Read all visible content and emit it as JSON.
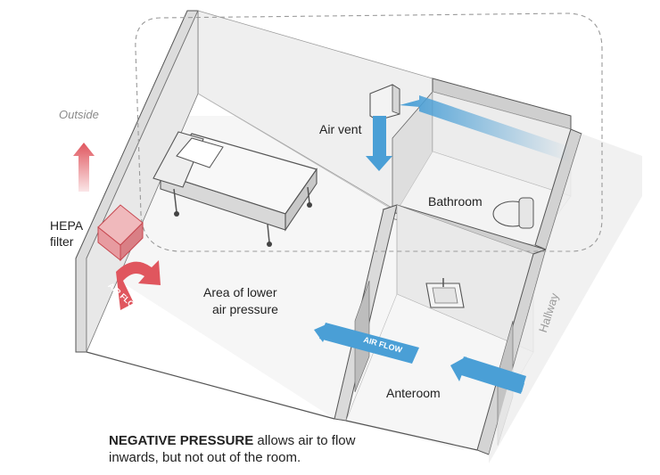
{
  "labels": {
    "outside": "Outside",
    "hepa_filter_line1": "HEPA",
    "hepa_filter_line2": "filter",
    "air_vent": "Air vent",
    "bathroom": "Bathroom",
    "area_line1": "Area of lower",
    "area_line2": "air pressure",
    "anteroom": "Anteroom",
    "hallway": "Hallway",
    "air_flow": "AIR FLOW"
  },
  "caption": {
    "bold": "NEGATIVE PRESSURE",
    "rest": " allows air to flow inwards, but not out of the room."
  },
  "colors": {
    "exhaust_red": "#e0565e",
    "inflow_blue": "#4a9fd6",
    "wall_light": "#efefef",
    "wall_shade": "#d6d6d6",
    "floor": "#f7f7f7",
    "outline": "#555555"
  }
}
